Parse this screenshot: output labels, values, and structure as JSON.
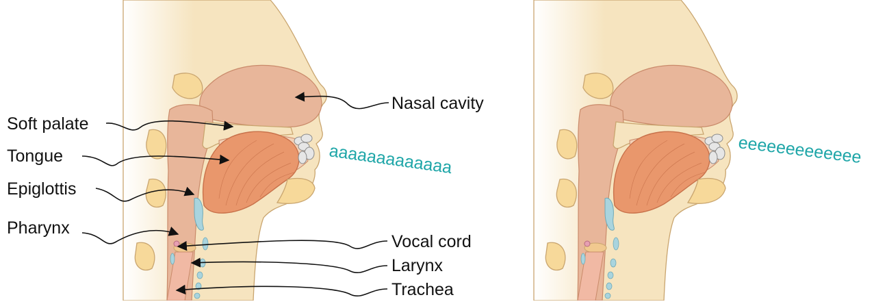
{
  "colors": {
    "skin": "#f6e4bf",
    "skin_edge": "#c9a56f",
    "bone": "#f7d99a",
    "cavity": "#e8b69a",
    "tongue": "#e9976c",
    "tongue_edge": "#c8714a",
    "cartilage": "#a9d4de",
    "sound": "#1fa6a8",
    "text": "#111111",
    "teeth": "#e6e6e6"
  },
  "left_panel": {
    "labels": {
      "soft_palate": "Soft palate",
      "tongue": "Tongue",
      "epiglottis": "Epiglottis",
      "pharynx": "Pharynx",
      "nasal_cavity": "Nasal cavity",
      "vocal_cord": "Vocal cord",
      "larynx": "Larynx",
      "trachea": "Trachea"
    },
    "sound_text": "aaaaaaaaaaaaa"
  },
  "right_panel": {
    "sound_text": "eeeeeeeeeeeee"
  }
}
